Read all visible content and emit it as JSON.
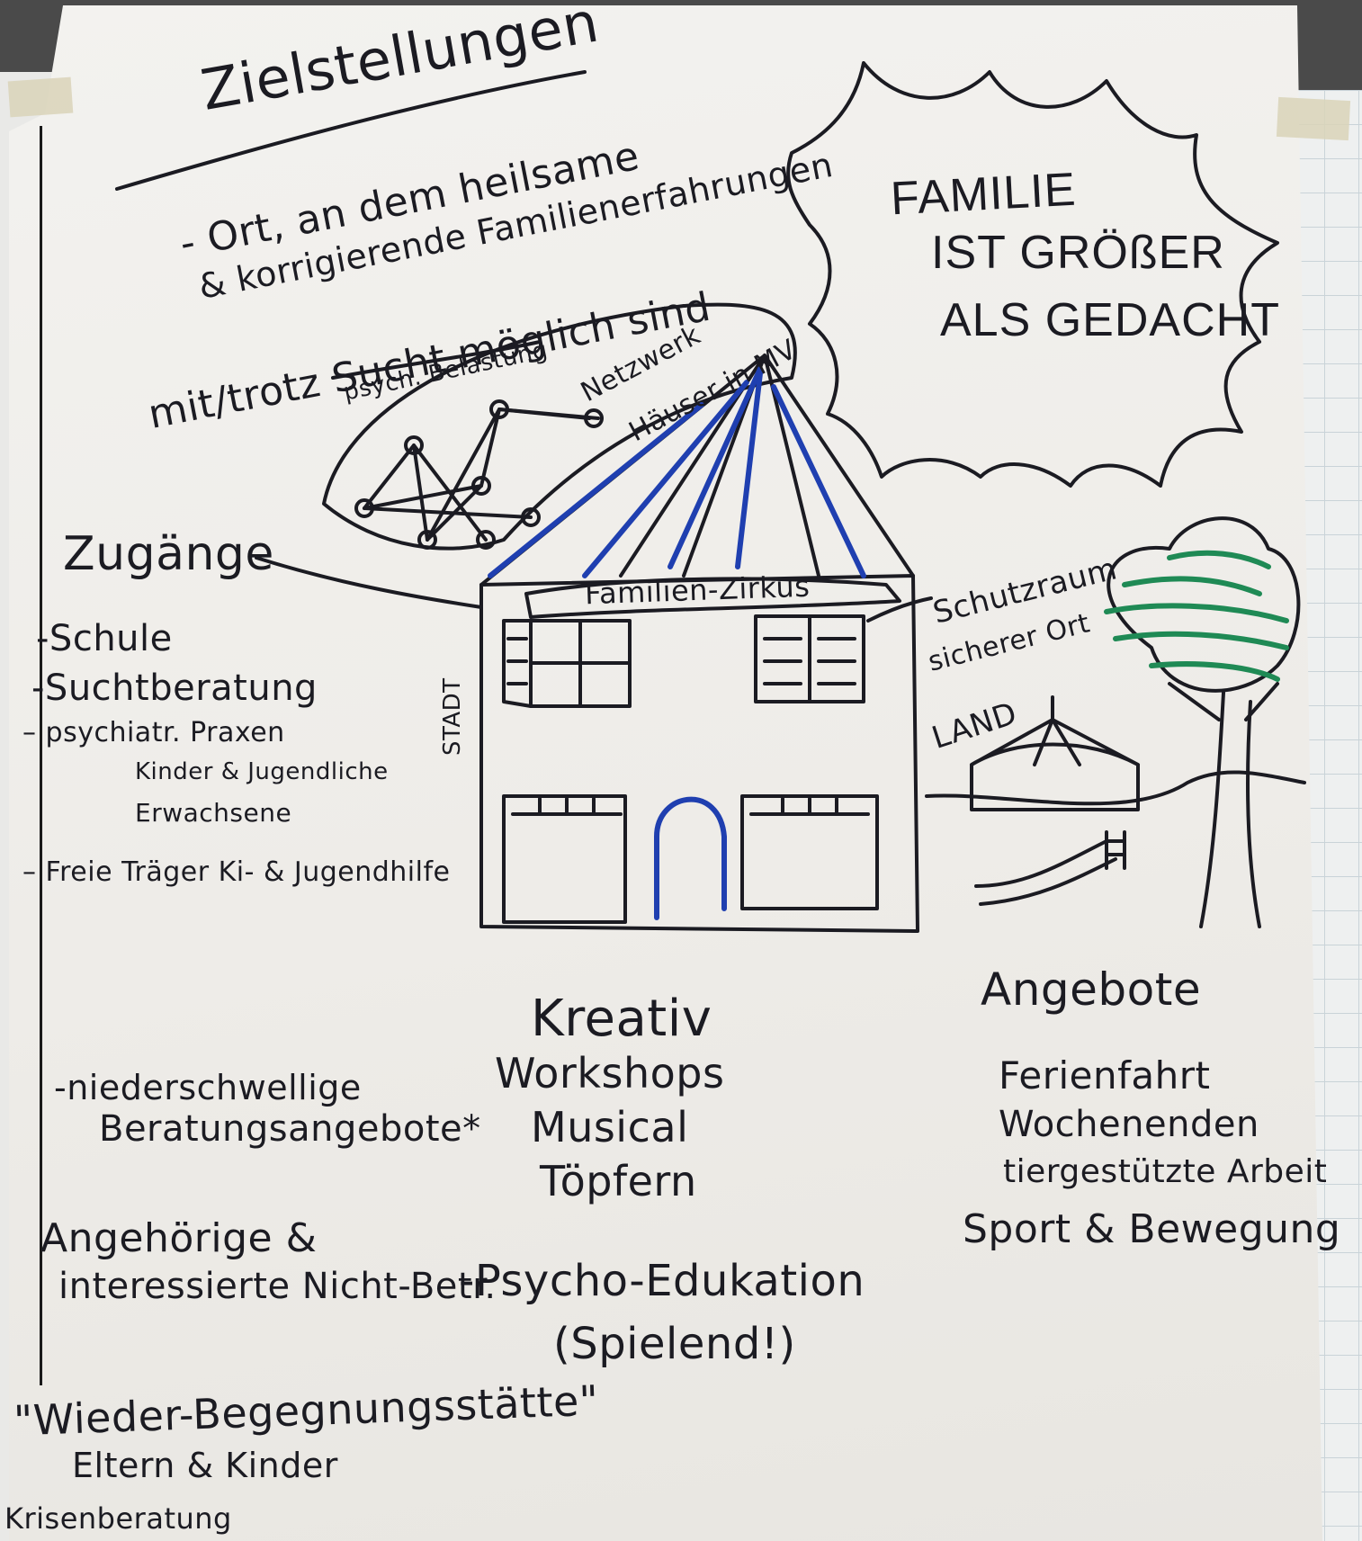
{
  "title": "Zielstellungen",
  "goal": {
    "line1": "- Ort, an dem heilsame",
    "line2": "& korrigierende Familienerfahrungen",
    "line3": "mit/trotz Sucht möglich sind",
    "line4": "psych. Belastung"
  },
  "network": {
    "label_line1": "Netzwerk",
    "label_line2": "Häuser in MV"
  },
  "cloud": {
    "line1": "FAMILIE",
    "line2": "IST GRÖßER",
    "line3": "ALS GEDACHT"
  },
  "house": {
    "banner": "Familien-Zirkus",
    "side_label": "STADT"
  },
  "access": {
    "heading": "Zugänge",
    "items": [
      "-Schule",
      "-Suchtberatung",
      "– psychiatr. Praxen",
      "Kinder & Jugendliche",
      "Erwachsene",
      "– Freie Träger Ki- & Jugendhilfe"
    ]
  },
  "shelter": {
    "line1": "Schutzraum",
    "line2": "sicherer Ort",
    "land": "LAND"
  },
  "offers": {
    "heading": "Angebote",
    "items": [
      "Ferienfahrt",
      "Wochenenden",
      "tiergestützte Arbeit",
      "Sport & Bewegung"
    ]
  },
  "creative": {
    "heading": "Kreativ",
    "items": [
      "Workshops",
      "Musical",
      "Töpfern"
    ]
  },
  "low_threshold": {
    "line1": "-niederschwellige",
    "line2": "Beratungsangebote*"
  },
  "relatives": {
    "line1": "Angehörige &",
    "line2": "interessierte Nicht-Betr."
  },
  "psycho": {
    "line1": "-Psycho-Edukation",
    "line2": "(Spielend!)"
  },
  "reunion": {
    "line1": "\"Wieder-Begegnungsstätte\"",
    "line2": "Eltern & Kinder"
  },
  "crisis": "Krisenberatung",
  "colors": {
    "ink": "#1b1b22",
    "blue": "#1f3fb0",
    "green": "#1f8a55",
    "paper": "#f1f0ec"
  }
}
